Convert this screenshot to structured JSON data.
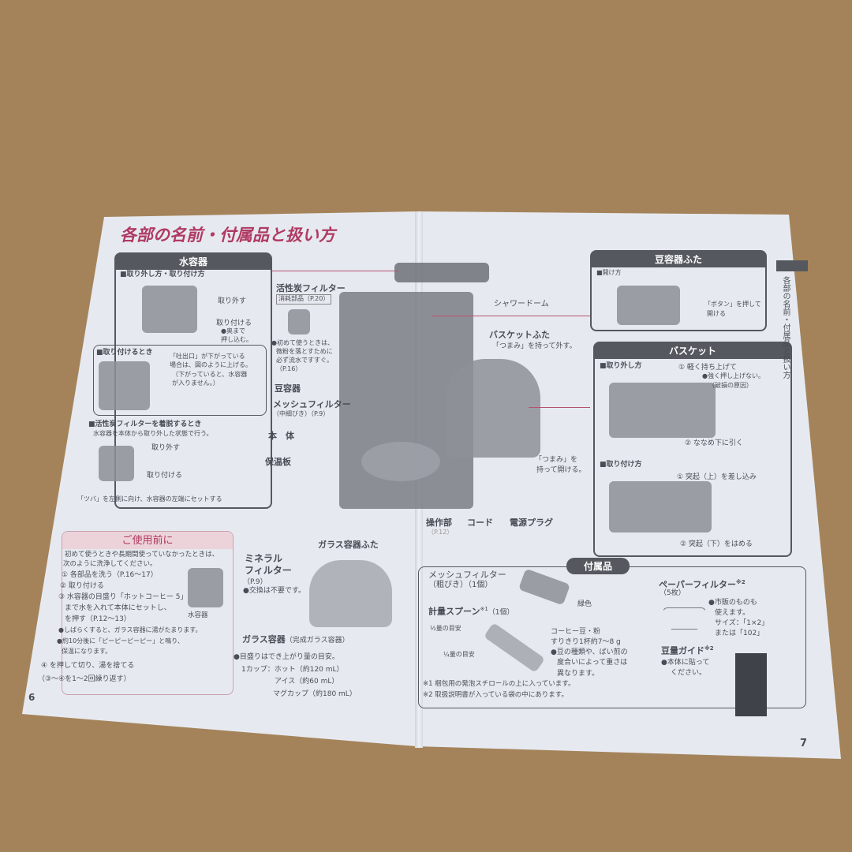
{
  "left_page": {
    "title": "各部の名前・付属品と扱い方",
    "water_tank": {
      "header": "水容器",
      "remove_attach": "■取り外し方・取り付け方",
      "remove": "取り外す",
      "attach": "取り付ける",
      "attach_note1": "●奥まで",
      "attach_note2": "押し込む。",
      "when_attach": "■取り付けるとき",
      "spout1": "「吐出口」が下がっている",
      "spout2": "場合は、図のように上げる。",
      "spout3": "（下がっていると、水容器",
      "spout4": "が入りません。）",
      "filter_title": "■活性炭フィルターを着脱するとき",
      "filter_note": "水容器を本体から取り外した状態で行う。",
      "filter_remove": "取り外す",
      "filter_attach": "取り付ける",
      "tab_note": "「ツバ」を左側に向け、水容器の左端にセットする"
    },
    "before_use": {
      "header": "ご使用前に",
      "intro1": "初めて使うときや長期間使っていなかったときは、",
      "intro2": "次のように洗浄してください。",
      "step1": "① 各部品を洗う（P.16～17）",
      "step2": "② 取り付ける",
      "step3a": "③ 水容器の目盛り「ホットコーヒー 5」",
      "step3b": "まで水を入れて本体にセットし、",
      "step3c": "を押す（P.12～13）",
      "note1": "●しばらくすると、ガラス容器に湯がたまります。",
      "note2a": "●約10分後に「ピーピーピーピー」と鳴り、",
      "note2b": "保温になります。",
      "step4": "④ を押して切り、湯を捨てる",
      "repeat": "（③～④を1～2回繰り返す）",
      "tank_label": "水容器"
    },
    "mineral": {
      "l1": "ミネラル",
      "l2": "フィルター",
      "ref": "（P.9）",
      "note": "●交換は不要です。"
    },
    "carafe_lid": "ガラス容器ふた",
    "carafe": {
      "label": "ガラス容器",
      "sub": "（完成ガラス容器）",
      "note": "●目盛りはでき上がり量の目安。",
      "cup": "1カップ：ホット（約120 mL）",
      "ice": "アイス（約60 mL）",
      "mug": "マグカップ（約180 mL）"
    },
    "page_number": "6"
  },
  "diagram": {
    "charcoal_filter": "活性炭フィルター",
    "consumable": "消耗部品（P.20）",
    "charcoal_note1": "●初めて使うときは、",
    "charcoal_note2": "微粉を落とすために",
    "charcoal_note3": "必ず流水ですすぐ。",
    "charcoal_note4": "（P.16）",
    "bean_container": "豆容器",
    "mesh_filter": "メッシュフィルター",
    "mesh_sub": "（中細びき）（P.9）",
    "body": "本　体",
    "warm_plate": "保温板",
    "shower_dome": "シャワードーム",
    "basket_lid": "バスケットふた",
    "basket_lid_note": "「つまみ」を持って外す。",
    "knob1": "「つまみ」を",
    "knob2": "持って開ける。",
    "controls": "操作部",
    "controls_ref": "（P.12）",
    "cord": "コード",
    "plug": "電源プラグ"
  },
  "right_page": {
    "bean_lid": {
      "header": "豆容器ふた",
      "open": "■開け方",
      "note1": "「ボタン」を押して",
      "note2": "開ける"
    },
    "basket": {
      "header": "バスケット",
      "remove": "■取り外し方",
      "r1": "① 軽く持ち上げて",
      "r1note": "●強く押し上げない。",
      "r1note2": "（破損の原因）",
      "r2": "② ななめ下に引く",
      "attach": "■取り付け方",
      "a1": "① 突起（上）を差し込み",
      "a2": "② 突起（下）をはめる"
    },
    "accessories": {
      "header": "付属品",
      "mesh": "メッシュフィルター",
      "mesh_sub": "（粗びき）（1個）",
      "green": "緑色",
      "spoon": "計量スプーン",
      "spoon_sup": "※1",
      "spoon_count": "（1個）",
      "half": "½量の目安",
      "quarter": "¼量の目安",
      "beans1": "コーヒー豆・粉",
      "beans2": "すりきり1杯約7～8 g",
      "beans3": "●豆の種類や、ばい煎の",
      "beans4": "度合いによって重さは",
      "beans5": "異なります。",
      "paper": "ペーパーフィルター",
      "paper_sup": "※2",
      "paper_count": "（5枚）",
      "paper_n1": "●市販のものも",
      "paper_n2": "使えます。",
      "paper_n3": "サイズ：「1×2」",
      "paper_n4": "または「102」",
      "guide": "豆量ガイド",
      "guide_sup": "※2",
      "guide_n1": "●本体に貼って",
      "guide_n2": "ください。",
      "fn1": "※1 梱包用の発泡スチロールの上に入っています。",
      "fn2": "※2 取扱説明書が入っている袋の中にあります。"
    },
    "side_tab": "各部の名前・付属品と扱い方",
    "page_number": "7"
  },
  "colors": {
    "accent": "#b03a62",
    "header": "#55585f",
    "table": "#a5835a",
    "paper": "#e6eaf0"
  }
}
